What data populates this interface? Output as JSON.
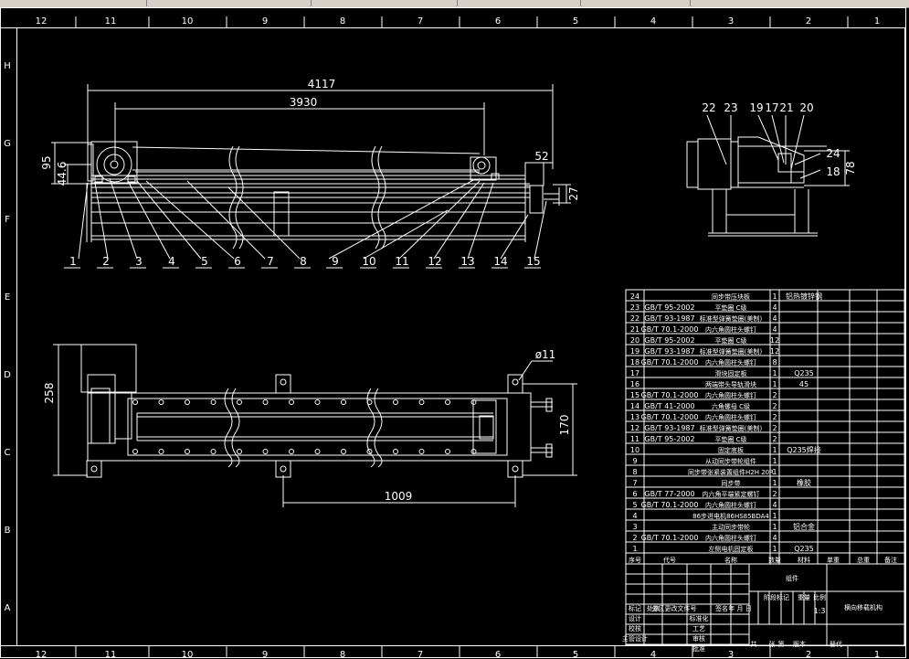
{
  "frame": {
    "top_cols": [
      "12",
      "11",
      "10",
      "9",
      "8",
      "7",
      "6",
      "5",
      "4",
      "3",
      "2",
      "1"
    ],
    "bottom_cols": [
      "12",
      "11",
      "10",
      "9",
      "8",
      "7",
      "6",
      "5",
      "4",
      "3",
      "2",
      "1"
    ],
    "rows": [
      "H",
      "G",
      "F",
      "E",
      "D",
      "C",
      "B",
      "A"
    ]
  },
  "dims": {
    "d4117": "4117",
    "d3930": "3930",
    "d95": "95",
    "d446": "44.6",
    "d52": "52",
    "d27": "27",
    "d258": "258",
    "d170": "170",
    "d1009": "1009",
    "phi11": "ø11",
    "d78": "78"
  },
  "balloons_front": [
    "1",
    "2",
    "3",
    "4",
    "5",
    "6",
    "7",
    "8",
    "9",
    "10",
    "11",
    "12",
    "13",
    "14",
    "15"
  ],
  "balloons_side": [
    "22",
    "23",
    "19",
    "17",
    "21",
    "20",
    "24",
    "18"
  ],
  "bom": [
    {
      "no": "24",
      "code": "",
      "name": "同步带压块板",
      "qty": "1",
      "mat": "铝热镀锌钢"
    },
    {
      "no": "23",
      "code": "GB/T 95-2002",
      "name": "平垫圈 C级",
      "qty": "4",
      "mat": ""
    },
    {
      "no": "22",
      "code": "GB/T 93-1987",
      "name": "标准型弹簧垫圈(美制)",
      "qty": "4",
      "mat": ""
    },
    {
      "no": "21",
      "code": "GB/T 70.1-2000",
      "name": "内六角圆柱头螺钉",
      "qty": "4",
      "mat": ""
    },
    {
      "no": "20",
      "code": "GB/T 95-2002",
      "name": "平垫圈 C级",
      "qty": "12",
      "mat": ""
    },
    {
      "no": "19",
      "code": "GB/T 93-1987",
      "name": "标准型弹簧垫圈(美制)",
      "qty": "12",
      "mat": ""
    },
    {
      "no": "18",
      "code": "GB/T 70.1-2000",
      "name": "内六角圆柱头螺钉",
      "qty": "8",
      "mat": ""
    },
    {
      "no": "17",
      "code": "",
      "name": "滑块固定板",
      "qty": "1",
      "mat": "Q235"
    },
    {
      "no": "16",
      "code": "",
      "name": "两端带头导轨滑块",
      "qty": "1",
      "mat": "45"
    },
    {
      "no": "15",
      "code": "GB/T 70.1-2000",
      "name": "内六角圆柱头螺钉",
      "qty": "2",
      "mat": ""
    },
    {
      "no": "14",
      "code": "GB/T 41-2000",
      "name": "六角螺母 C级",
      "qty": "2",
      "mat": ""
    },
    {
      "no": "13",
      "code": "GB/T 70.1-2000",
      "name": "内六角圆柱头螺钉",
      "qty": "2",
      "mat": ""
    },
    {
      "no": "12",
      "code": "GB/T 93-1987",
      "name": "标准型弹簧垫圈(美制)",
      "qty": "2",
      "mat": ""
    },
    {
      "no": "11",
      "code": "GB/T 95-2002",
      "name": "平垫圈 C级",
      "qty": "2",
      "mat": ""
    },
    {
      "no": "10",
      "code": "",
      "name": "固定底板",
      "qty": "1",
      "mat": "Q235焊接"
    },
    {
      "no": "9",
      "code": "",
      "name": "从动同步带轮组件",
      "qty": "1",
      "mat": ""
    },
    {
      "no": "8",
      "code": "",
      "name": "同步带张紧装置组件H2H 20R",
      "qty": "1",
      "mat": ""
    },
    {
      "no": "7",
      "code": "",
      "name": "同步带",
      "qty": "1",
      "mat": "橡胶"
    },
    {
      "no": "6",
      "code": "GB/T 77-2000",
      "name": "内六角平端紧定螺钉",
      "qty": "2",
      "mat": ""
    },
    {
      "no": "5",
      "code": "GB/T 70.1-2000",
      "name": "内六角圆柱头螺钉",
      "qty": "4",
      "mat": ""
    },
    {
      "no": "4",
      "code": "",
      "name": "86步进电机86HS85BDA4",
      "qty": "1",
      "mat": ""
    },
    {
      "no": "3",
      "code": "",
      "name": "主动同步带轮",
      "qty": "1",
      "mat": "铝合金"
    },
    {
      "no": "2",
      "code": "GB/T 70.1-2000",
      "name": "内六角圆柱头螺钉",
      "qty": "4",
      "mat": ""
    },
    {
      "no": "1",
      "code": "",
      "name": "左侧电机固定板",
      "qty": "1",
      "mat": "Q235"
    }
  ],
  "bom_header": {
    "no": "序号",
    "code": "代号",
    "name": "名称",
    "qty": "数量",
    "mat": "材料",
    "unit": "单重",
    "total": "总重",
    "note": "备注"
  },
  "title_block": {
    "assembly": "组件",
    "drawing_name": "横向移载机构",
    "mark": "标记",
    "count": "处数",
    "zone": "分区",
    "change_doc": "更改文件号",
    "sign": "签名",
    "date": "年 月 日",
    "design": "设计",
    "standard": "标准化",
    "check": "校核",
    "process": "工艺",
    "chief": "主管设计",
    "review": "审核",
    "approve": "批准",
    "stage": "阶段标记",
    "weight": "重量",
    "scale_label": "比例",
    "scale": "1:3",
    "sheet_total": "共",
    "sheet_no": "第",
    "sheets": "张",
    "version": "版本",
    "replace": "替代"
  }
}
